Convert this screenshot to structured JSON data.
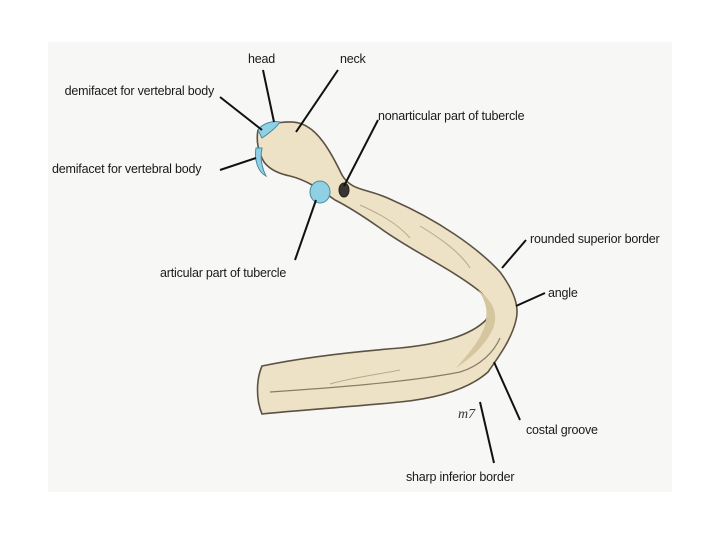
{
  "diagram": {
    "colors": {
      "bone": "#ede2c6",
      "bone_shadow": "#d6c6a0",
      "outline": "#5c5244",
      "cartilage": "#8fd0e4",
      "leader": "#111111"
    },
    "labels": {
      "head": "head",
      "neck": "neck",
      "demifacet_upper": "demifacet for vertebral body",
      "demifacet_lower": "demifacet for vertebral body",
      "nonarticular": "nonarticular part of tubercle",
      "articular": "articular part of tubercle",
      "rounded_superior": "rounded superior border",
      "angle": "angle",
      "costal_groove": "costal groove",
      "sharp_inferior": "sharp inferior border"
    },
    "signature": "m7"
  }
}
